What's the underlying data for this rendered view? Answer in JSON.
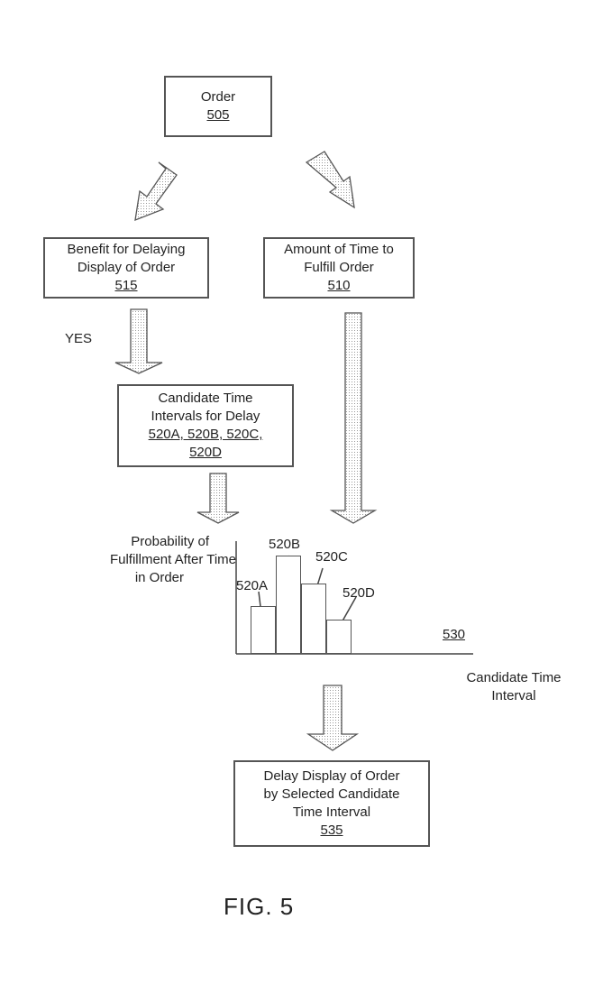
{
  "order_box": {
    "title": "Order",
    "ref": "505"
  },
  "benefit_box": {
    "line1": "Benefit for Delaying",
    "line2": "Display of Order",
    "ref": "515"
  },
  "time_box": {
    "line1": "Amount of Time to",
    "line2": "Fulfill  Order",
    "ref": "510"
  },
  "yes_label": "YES",
  "candidate_box": {
    "line1": "Candidate Time",
    "line2": "Intervals for Delay",
    "line3": "520A, 520B, 520C,",
    "ref": "520D"
  },
  "chart_data": {
    "type": "bar",
    "ylabel": [
      "Probability of",
      "Fulfillment After Time",
      "in Order"
    ],
    "xlabel": [
      "Candidate Time",
      "Interval"
    ],
    "ref": "530",
    "categories": [
      "520A",
      "520B",
      "520C",
      "520D"
    ],
    "values": [
      0.45,
      0.92,
      0.66,
      0.32
    ],
    "ylim": [
      0,
      1
    ],
    "grid": false
  },
  "delay_box": {
    "line1": "Delay Display of Order",
    "line2": "by Selected Candidate",
    "line3": "Time Interval",
    "ref": "535"
  },
  "figure_label": "FIG. 5"
}
